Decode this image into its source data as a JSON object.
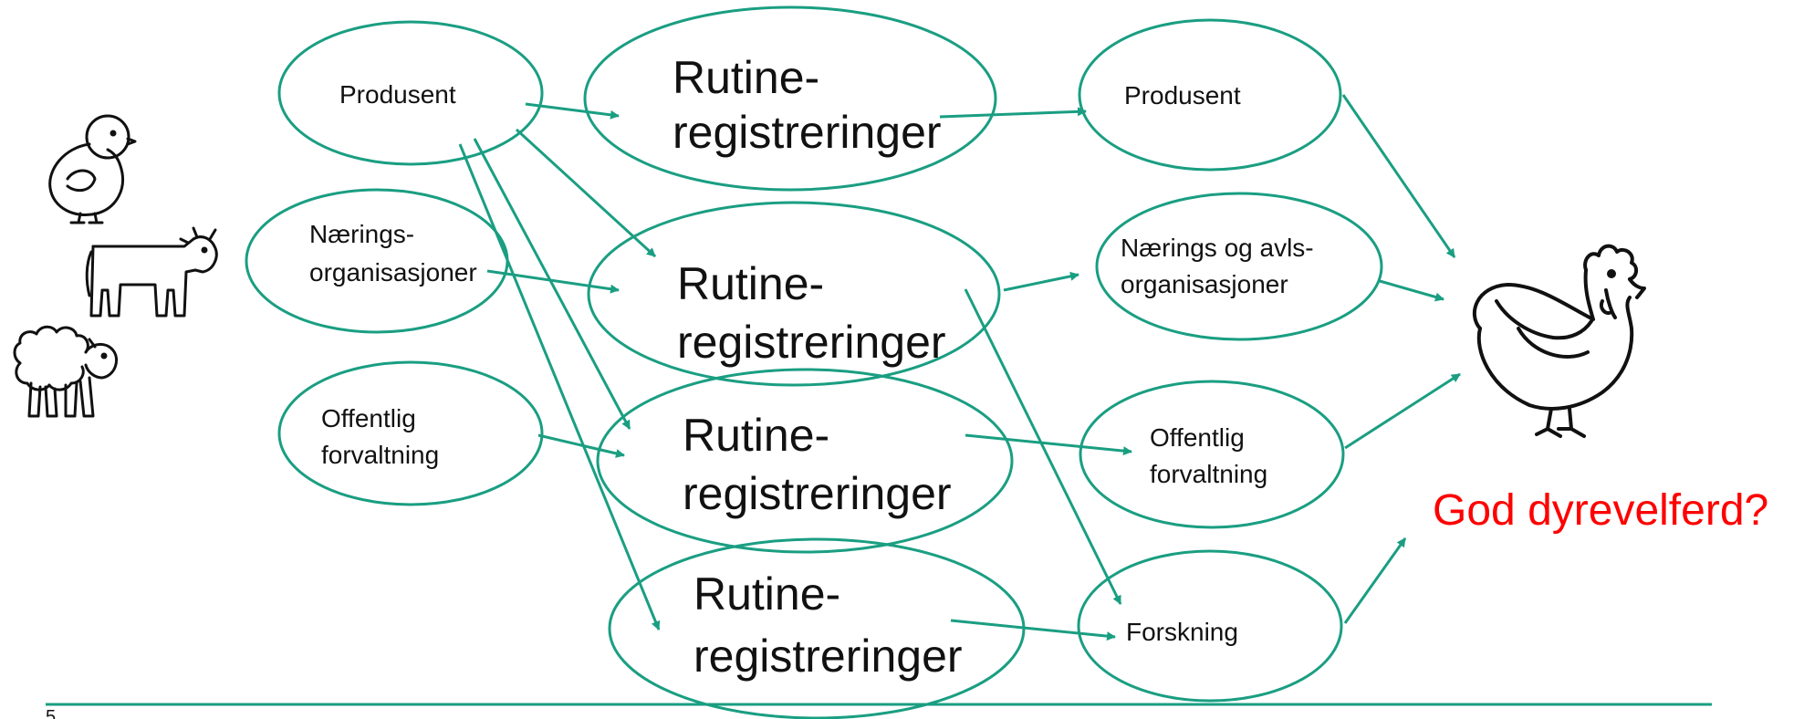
{
  "colors": {
    "accent": "#1a9e82",
    "question": "#ff0000",
    "icon": "#111111"
  },
  "sources": {
    "producer": "Produsent",
    "industry_line1": "Nærings-",
    "industry_line2": "organisasjoner",
    "public_line1": "Offentlig",
    "public_line2": "forvaltning"
  },
  "registrations": [
    {
      "line1": "Rutine-",
      "line2": "registreringer"
    },
    {
      "line1": "Rutine-",
      "line2": "registreringer"
    },
    {
      "line1": "Rutine-",
      "line2": "registreringer"
    },
    {
      "line1": "Rutine-",
      "line2": "registreringer"
    }
  ],
  "users": {
    "producer": "Produsent",
    "breeding_line1": "Nærings og avls-",
    "breeding_line2": "organisasjoner",
    "public_line1": "Offentlig",
    "public_line2": "forvaltning",
    "research": "Forskning"
  },
  "outcome": "God dyrevelferd?",
  "footer": {
    "page_number": "5"
  },
  "icons": [
    "chick-icon",
    "cow-icon",
    "sheep-icon",
    "hen-icon"
  ]
}
